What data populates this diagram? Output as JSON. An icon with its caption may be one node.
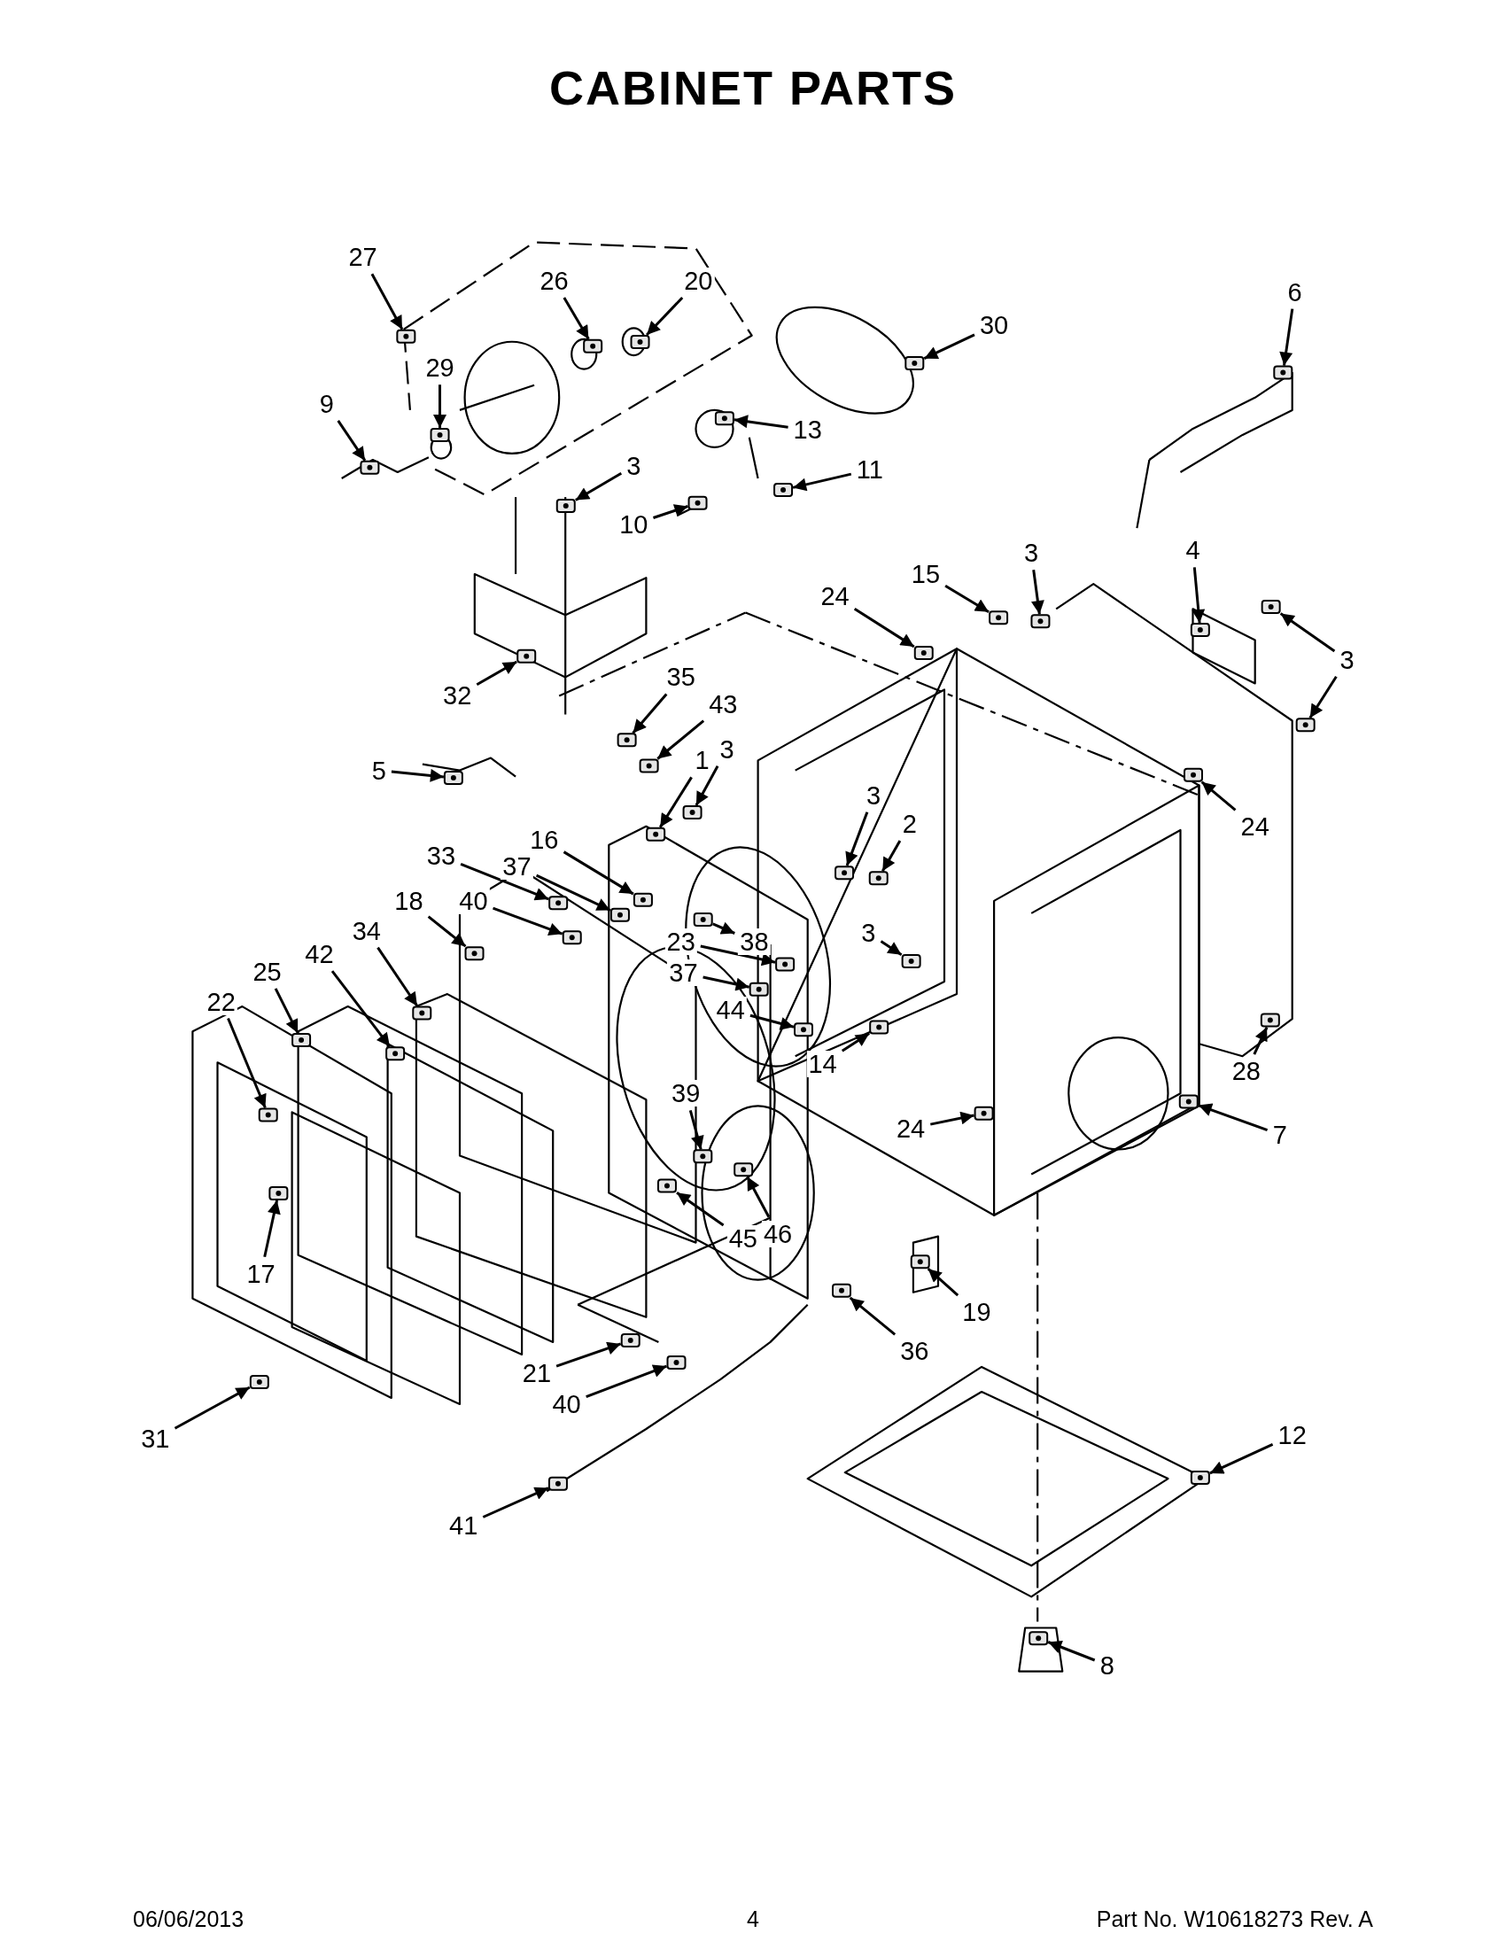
{
  "diagram": {
    "title": "CABINET PARTS",
    "nodes": [
      {
        "text": [
          "27"
        ]
      },
      {
        "text": [
          "26"
        ]
      },
      {
        "text": [
          "20"
        ]
      },
      {
        "text": [
          "6"
        ]
      },
      {
        "text": [
          "30"
        ]
      },
      {
        "text": [
          "29"
        ]
      },
      {
        "text": [
          "9"
        ]
      },
      {
        "text": [
          "13"
        ]
      },
      {
        "text": [
          "3"
        ]
      },
      {
        "text": [
          "11"
        ]
      },
      {
        "text": [
          "10"
        ]
      },
      {
        "text": [
          "3"
        ]
      },
      {
        "text": [
          "4"
        ]
      },
      {
        "text": [
          "15"
        ]
      },
      {
        "text": [
          "24"
        ]
      },
      {
        "text": [
          "3"
        ]
      },
      {
        "text": [
          "35"
        ]
      },
      {
        "text": [
          "32"
        ]
      },
      {
        "text": [
          "43"
        ]
      },
      {
        "text": [
          "1"
        ]
      },
      {
        "text": [
          "3"
        ]
      },
      {
        "text": [
          "5"
        ]
      },
      {
        "text": [
          "3"
        ]
      },
      {
        "text": [
          "2"
        ]
      },
      {
        "text": [
          "24"
        ]
      },
      {
        "text": [
          "16"
        ]
      },
      {
        "text": [
          "33"
        ]
      },
      {
        "text": [
          "37"
        ]
      },
      {
        "text": [
          "18"
        ]
      },
      {
        "text": [
          "40"
        ]
      },
      {
        "text": [
          "34"
        ]
      },
      {
        "text": [
          "3"
        ]
      },
      {
        "text": [
          "38"
        ]
      },
      {
        "text": [
          "23"
        ]
      },
      {
        "text": [
          "42"
        ]
      },
      {
        "text": [
          "25"
        ]
      },
      {
        "text": [
          "37"
        ]
      },
      {
        "text": [
          "22"
        ]
      },
      {
        "text": [
          "44"
        ]
      },
      {
        "text": [
          "14"
        ]
      },
      {
        "text": [
          "28"
        ]
      },
      {
        "text": [
          "39"
        ]
      },
      {
        "text": [
          "24"
        ]
      },
      {
        "text": [
          "7"
        ]
      },
      {
        "text": [
          "46"
        ]
      },
      {
        "text": [
          "45"
        ]
      },
      {
        "text": [
          "17"
        ]
      },
      {
        "text": [
          "19"
        ]
      },
      {
        "text": [
          "36"
        ]
      },
      {
        "text": [
          "21"
        ]
      },
      {
        "text": [
          "40"
        ]
      },
      {
        "text": [
          "31"
        ]
      },
      {
        "text": [
          "12"
        ]
      },
      {
        "text": [
          "41"
        ]
      },
      {
        "text": [
          "8"
        ]
      },
      {
        "text": [],
        "shape": "picture"
      },
      {
        "text": [],
        "shape": "picture"
      },
      {
        "text": [],
        "shape": "picture"
      },
      {
        "text": [],
        "shape": "picture"
      },
      {
        "text": [],
        "shape": "picture"
      },
      {
        "text": [],
        "shape": "picture"
      },
      {
        "text": [],
        "shape": "picture"
      },
      {
        "text": [],
        "shape": "picture"
      },
      {
        "text": [],
        "shape": "picture"
      },
      {
        "text": [],
        "shape": "picture"
      },
      {
        "text": [],
        "shape": "picture"
      },
      {
        "text": [],
        "shape": "picture"
      },
      {
        "text": [],
        "shape": "picture"
      },
      {
        "text": [],
        "shape": "picture"
      },
      {
        "text": [],
        "shape": "picture"
      },
      {
        "text": [],
        "shape": "picture"
      },
      {
        "text": [],
        "shape": "picture"
      },
      {
        "text": [],
        "shape": "picture"
      },
      {
        "text": [],
        "shape": "picture"
      },
      {
        "text": [],
        "shape": "picture"
      },
      {
        "text": [],
        "shape": "picture"
      },
      {
        "text": [],
        "shape": "picture"
      },
      {
        "text": [],
        "shape": "picture"
      },
      {
        "text": [],
        "shape": "picture"
      },
      {
        "text": [],
        "shape": "picture"
      },
      {
        "text": [],
        "shape": "picture"
      },
      {
        "text": [],
        "shape": "picture"
      },
      {
        "text": [],
        "shape": "picture"
      },
      {
        "text": [],
        "shape": "picture"
      },
      {
        "text": [],
        "shape": "picture"
      },
      {
        "text": [],
        "shape": "picture"
      },
      {
        "text": [],
        "shape": "picture"
      },
      {
        "text": [],
        "shape": "picture"
      },
      {
        "text": [],
        "shape": "picture"
      },
      {
        "text": [],
        "shape": "picture"
      },
      {
        "text": [],
        "shape": "picture"
      },
      {
        "text": [],
        "shape": "picture"
      },
      {
        "text": [],
        "shape": "picture"
      },
      {
        "text": [],
        "shape": "picture"
      },
      {
        "text": [],
        "shape": "picture"
      },
      {
        "text": [],
        "shape": "picture"
      },
      {
        "text": [],
        "shape": "picture"
      },
      {
        "text": [],
        "shape": "picture"
      },
      {
        "text": [],
        "shape": "picture"
      },
      {
        "text": [],
        "shape": "picture"
      },
      {
        "text": [],
        "shape": "picture"
      },
      {
        "text": [],
        "shape": "picture"
      },
      {
        "text": [],
        "shape": "picture"
      },
      {
        "text": [],
        "shape": "picture"
      },
      {
        "text": [],
        "shape": "picture"
      },
      {
        "text": [],
        "shape": "picture"
      },
      {
        "text": [],
        "shape": "picture"
      },
      {
        "text": [],
        "shape": "picture"
      },
      {
        "text": [],
        "shape": "picture"
      },
      {
        "text": [],
        "shape": "picture"
      },
      {
        "text": [],
        "shape": "picture"
      }
    ],
    "edges": [
      {
        "from": 0,
        "to": 55,
        "arrow": "to"
      },
      {
        "from": 1,
        "to": 56,
        "arrow": "to"
      },
      {
        "from": 2,
        "to": 57,
        "arrow": "to"
      },
      {
        "from": 3,
        "to": 58,
        "arrow": "to"
      },
      {
        "from": 4,
        "to": 59,
        "arrow": "to"
      },
      {
        "from": 5,
        "to": 60,
        "arrow": "to"
      },
      {
        "from": 6,
        "to": 61,
        "arrow": "to"
      },
      {
        "from": 7,
        "to": 62,
        "arrow": "to"
      },
      {
        "from": 8,
        "to": 63,
        "arrow": "to"
      },
      {
        "from": 9,
        "to": 64,
        "arrow": "to"
      },
      {
        "from": 10,
        "to": 65,
        "arrow": "to"
      },
      {
        "from": 11,
        "to": 66,
        "arrow": "to"
      },
      {
        "from": 12,
        "to": 67,
        "arrow": "to"
      },
      {
        "from": 13,
        "to": 68,
        "arrow": "to"
      },
      {
        "from": 14,
        "to": 69,
        "arrow": "to"
      },
      {
        "from": 15,
        "to": 70,
        "arrow": "to"
      },
      {
        "from": 15,
        "to": 71,
        "arrow": "to"
      },
      {
        "from": 16,
        "to": 72,
        "arrow": "to"
      },
      {
        "from": 17,
        "to": 73,
        "arrow": "to"
      },
      {
        "from": 18,
        "to": 74,
        "arrow": "to"
      },
      {
        "from": 19,
        "to": 75,
        "arrow": "to"
      },
      {
        "from": 20,
        "to": 76,
        "arrow": "to"
      },
      {
        "from": 21,
        "to": 77,
        "arrow": "to"
      },
      {
        "from": 22,
        "to": 78,
        "arrow": "to"
      },
      {
        "from": 23,
        "to": 79,
        "arrow": "to"
      },
      {
        "from": 24,
        "to": 80,
        "arrow": "to"
      },
      {
        "from": 25,
        "to": 81,
        "arrow": "to"
      },
      {
        "from": 26,
        "to": 82,
        "arrow": "to"
      },
      {
        "from": 27,
        "to": 83,
        "arrow": "to"
      },
      {
        "from": 28,
        "to": 84,
        "arrow": "to"
      },
      {
        "from": 29,
        "to": 85,
        "arrow": "to"
      },
      {
        "from": 30,
        "to": 86,
        "arrow": "to"
      },
      {
        "from": 31,
        "to": 87,
        "arrow": "to"
      },
      {
        "from": 88,
        "to": 32,
        "arrow": "to"
      },
      {
        "from": 33,
        "to": 89,
        "arrow": "to"
      },
      {
        "from": 34,
        "to": 90,
        "arrow": "to"
      },
      {
        "from": 35,
        "to": 91,
        "arrow": "to"
      },
      {
        "from": 36,
        "to": 92,
        "arrow": "to"
      },
      {
        "from": 37,
        "to": 93,
        "arrow": "to"
      },
      {
        "from": 38,
        "to": 94,
        "arrow": "to"
      },
      {
        "from": 39,
        "to": 95,
        "arrow": "to"
      },
      {
        "from": 40,
        "to": 96,
        "arrow": "to"
      },
      {
        "from": 41,
        "to": 97,
        "arrow": "to"
      },
      {
        "from": 42,
        "to": 98,
        "arrow": "to"
      },
      {
        "from": 43,
        "to": 99,
        "arrow": "to"
      },
      {
        "from": 44,
        "to": 100,
        "arrow": "to"
      },
      {
        "from": 45,
        "to": 101,
        "arrow": "to"
      },
      {
        "from": 46,
        "to": 102,
        "arrow": "to"
      },
      {
        "from": 47,
        "to": 103,
        "arrow": "to"
      },
      {
        "from": 48,
        "to": 104,
        "arrow": "to"
      },
      {
        "from": 49,
        "to": 105,
        "arrow": "to"
      },
      {
        "from": 50,
        "to": 106,
        "arrow": "to"
      },
      {
        "from": 51,
        "to": 107,
        "arrow": "to"
      },
      {
        "from": 52,
        "to": 108,
        "arrow": "to"
      },
      {
        "from": 53,
        "to": 109,
        "arrow": "to"
      },
      {
        "from": 54,
        "to": 110,
        "arrow": "to"
      }
    ],
    "labels": [
      "06/06/2013",
      "4",
      "Part No. W10618273 Rev. A"
    ]
  }
}
